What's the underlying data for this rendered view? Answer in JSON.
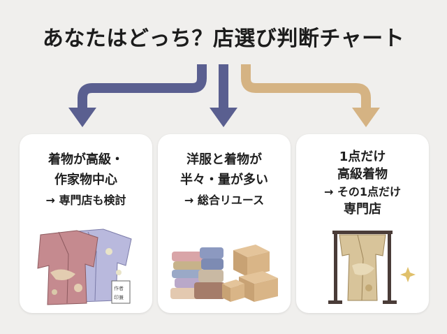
{
  "title": "あなたはどっち？店選び判断チャート",
  "colors": {
    "background": "#f0efed",
    "arrow_navy": "#5a5f90",
    "arrow_tan": "#d5b383",
    "card": "#ffffff",
    "text": "#1e1e1e"
  },
  "cards": [
    {
      "lines": [
        "着物が高級・",
        "作家物中心",
        "→ 専門店も検討"
      ],
      "illustration": "kimono-icon",
      "stamp_lines": [
        "作者",
        "印兼"
      ]
    },
    {
      "lines": [
        "洋服と着物が",
        "半々・量が多い",
        "→ 総合リユース"
      ],
      "illustration": "boxes-and-clothes-icon"
    },
    {
      "lines": [
        "1点だけ",
        "高級着物",
        "→ その1点だけ",
        "専門店"
      ],
      "illustration": "kimono-on-rack-icon"
    }
  ]
}
